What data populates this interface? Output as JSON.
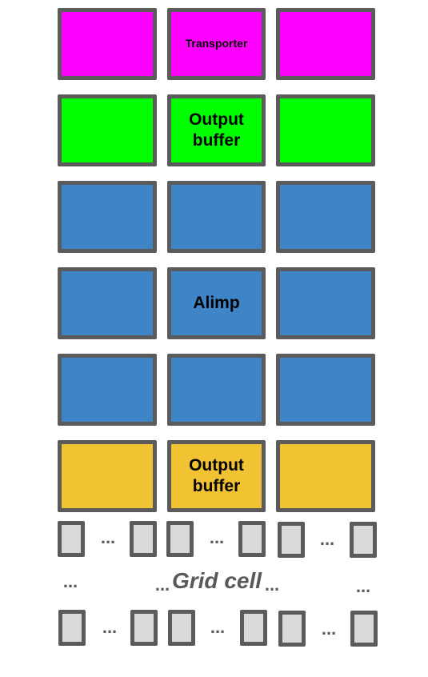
{
  "colors": {
    "transporter": "#ff00ff",
    "output_buffer_top": "#00ff00",
    "alimp": "#3d85c6",
    "output_buffer_bottom": "#f1c232",
    "cell": "#d9d9d9",
    "border": "#5b5b5b"
  },
  "labels": {
    "transporter": "Transporter",
    "output_buffer_top": "Output buffer",
    "alimp": "Alimp",
    "output_buffer_bottom": "Output buffer",
    "grid_cell": "Grid cell",
    "ellipsis": "..."
  }
}
